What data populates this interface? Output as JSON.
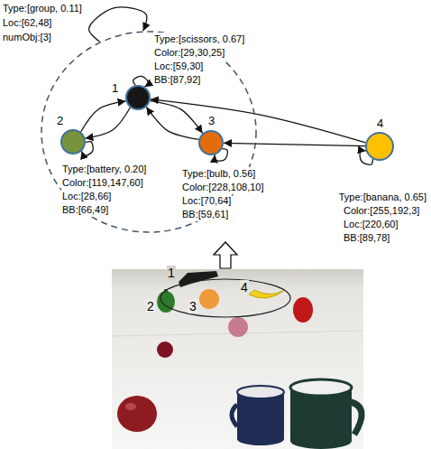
{
  "diagram": {
    "nodes": [
      {
        "text": [
          "Type:[group, 0.11]",
          "Loc:[62,48]",
          "numObj:[3]"
        ]
      },
      {
        "text": [
          "1",
          "Type:[scissors, 0.67]",
          "Color:[29,30,25]",
          "Loc:[59,30]",
          "BB:[87,92]"
        ],
        "in": 0
      },
      {
        "text": [
          "2",
          "Type:[battery, 0.20]",
          "Color:[119,147,60]",
          "Loc:[28,66]",
          "BB:[66,49]"
        ],
        "in": 0
      },
      {
        "text": [
          "3",
          "Type:[bulb, 0.56]",
          "Color:[228,108,10]",
          "Loc:[70,64]",
          "BB:[59,61]"
        ],
        "in": 0
      },
      {
        "text": [
          "4",
          "Type:[banana, 0.65]",
          "Color:[255,192,3]",
          "Loc:[220,60]",
          "BB:[89,78]"
        ]
      }
    ],
    "edges": [
      {
        "from": 0,
        "to": 0,
        "arrow": "to"
      },
      {
        "from": 1,
        "to": 1,
        "arrow": "to"
      },
      {
        "from": 2,
        "to": 1,
        "arrow": "to"
      },
      {
        "from": 1,
        "to": 2,
        "arrow": "to"
      },
      {
        "from": 2,
        "to": 2,
        "arrow": "to"
      },
      {
        "from": 1,
        "to": 3,
        "arrow": "to"
      },
      {
        "from": 3,
        "to": 1,
        "arrow": "to"
      },
      {
        "from": 3,
        "to": 3,
        "arrow": "to"
      },
      {
        "from": 4,
        "to": 1,
        "arrow": "to"
      },
      {
        "from": 4,
        "to": 3,
        "arrow": "to"
      },
      {
        "from": 4,
        "to": 4,
        "arrow": "to"
      }
    ],
    "labels": [
      "1",
      "2",
      "3",
      "4"
    ]
  }
}
